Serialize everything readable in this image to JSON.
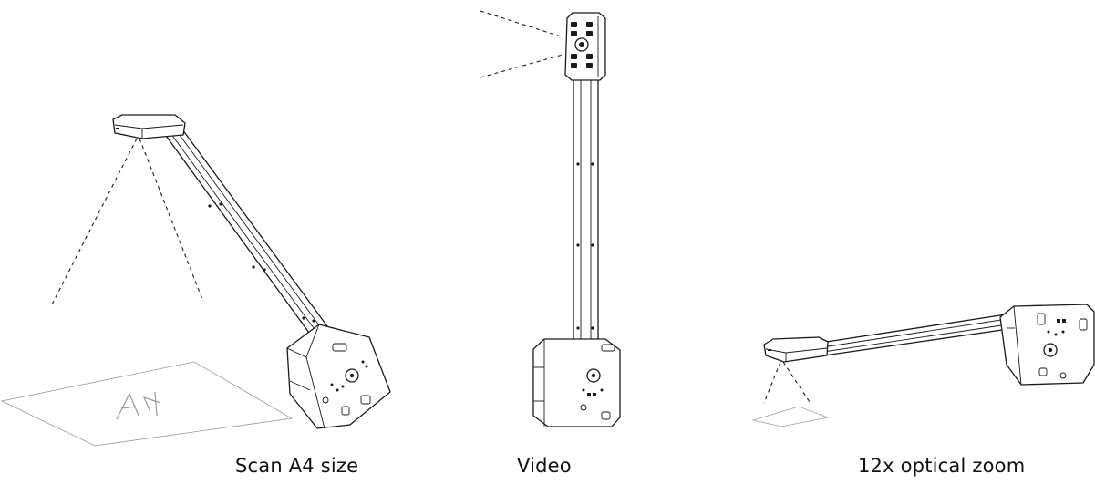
{
  "figure": {
    "captions": {
      "scan": "Scan A4 size",
      "video": "Video",
      "zoom": "12x optical zoom"
    },
    "sheet_lettering": "A4",
    "icons": [
      "document-camera-scan-icon",
      "document-camera-video-icon",
      "document-camera-zoom-icon"
    ],
    "line_color": "#1a1a1a",
    "sheet_color": "#9a9a9a"
  }
}
